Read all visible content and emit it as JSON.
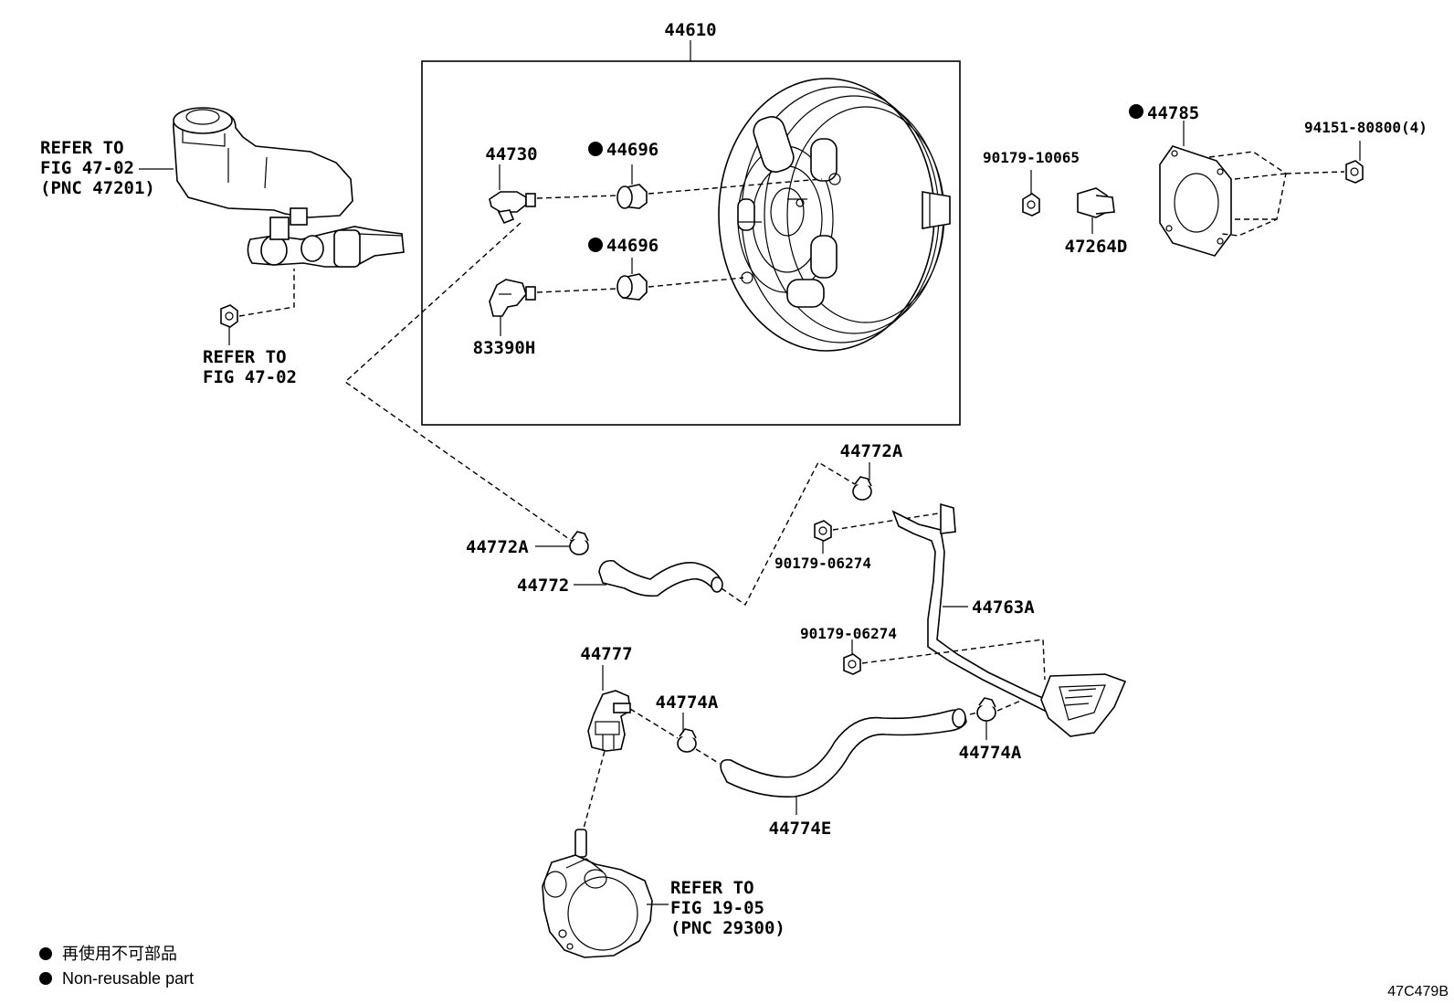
{
  "labels": {
    "booster_assy": "44610",
    "check_valve": "44730",
    "grommet_upper": "44696",
    "grommet_lower": "44696",
    "sensor": "83390H",
    "gasket": "44785",
    "nut_gasket": "94151-80800(4)",
    "nut_booster": "90179-10065",
    "bracket": "47264D",
    "clamp_upper_right": "44772A",
    "clamp_left": "44772A",
    "hose_upper": "44772",
    "nut_pipe_upper": "90179-06274",
    "pipe": "44763A",
    "nut_pipe_lower": "90179-06274",
    "vacuum_valve": "44777",
    "clamp_lower_left": "44774A",
    "clamp_lower_right": "44774A",
    "hose_lower": "44774E"
  },
  "references": {
    "master_cyl": [
      "REFER TO",
      "FIG 47-02",
      "(PNC 47201)"
    ],
    "master_cyl_nut": [
      "REFER TO",
      "FIG 47-02"
    ],
    "vacuum_pump": [
      "REFER TO",
      "FIG 19-05",
      "(PNC 29300)"
    ]
  },
  "legend": {
    "japanese": "再使用不可部品",
    "english": "Non-reusable part"
  },
  "non_reusable_marked": [
    "grommet_upper",
    "grommet_lower",
    "gasket"
  ],
  "diagram_code": "47C479B"
}
